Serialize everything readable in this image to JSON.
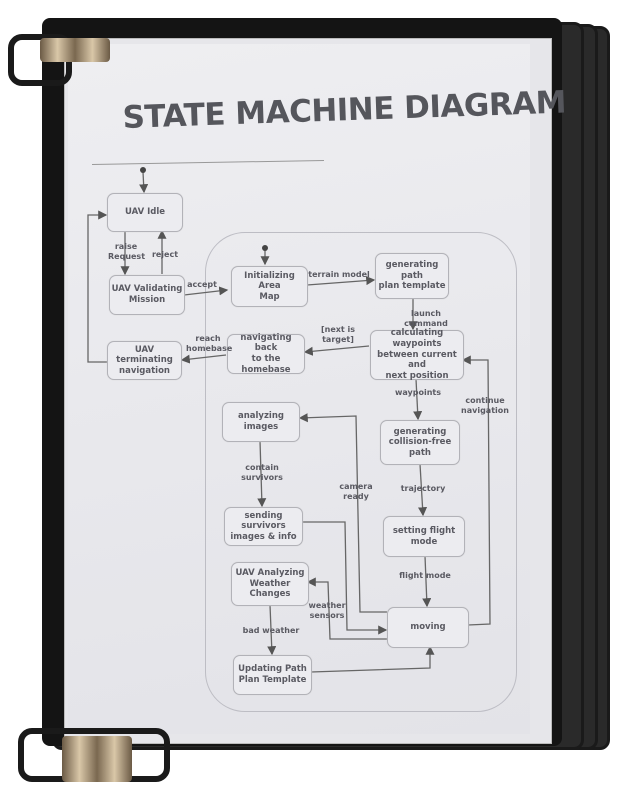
{
  "title": "STATE MACHINE DIAGRAM",
  "states": {
    "idle": "UAV Idle",
    "validating": "UAV Validating\nMission",
    "terminating": "UAV terminating\nnavigation",
    "initializing": "Initializing Area\nMap",
    "gen_plan": "generating path\nplan template",
    "calc_waypoints": "calculating waypoints\nbetween current and\nnext position",
    "nav_back": "navigating back\nto the homebase",
    "analyzing_images": "analyzing images",
    "collision_free": "generating\ncollision-free path",
    "sending_survivors": "sending survivors\nimages & info",
    "flight_mode": "setting flight\nmode",
    "weather": "UAV Analyzing\nWeather Changes",
    "moving": "moving",
    "updating_plan": "Updating Path\nPlan Template"
  },
  "transitions": {
    "raise_request": "raise\nRequest",
    "reject": "reject",
    "accept": "accept",
    "terrain_model": "terrain model",
    "launch_command": "launch command",
    "next_is_target": "[next is\ntarget]",
    "reach_homebase": "reach\nhomebase",
    "waypoints": "waypoints",
    "continue_navigation": "continue\nnavigation",
    "camera_ready": "camera\nready",
    "contain_survivors": "contain\nsurvivors",
    "trajectory": "trajectory",
    "flight_mode": "flight mode",
    "weather_sensors": "weather\nsensors",
    "bad_weather": "bad weather"
  }
}
